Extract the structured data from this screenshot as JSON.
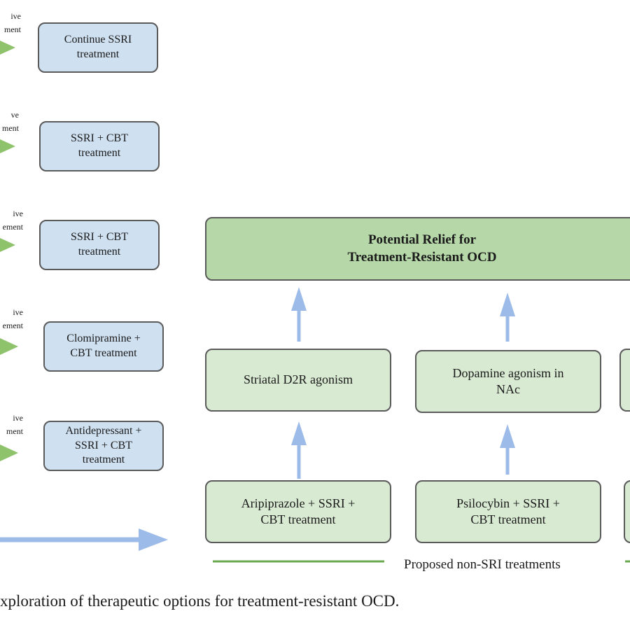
{
  "colors": {
    "blue_box": "#cfe0f1",
    "green_box": "#d9ead3",
    "relief_box": "#b6d7a8",
    "green_arrow": "#8ec26b",
    "blue_arrow": "#9dbbe8",
    "legend_line": "#6aa84f",
    "border": "#5a5a5a"
  },
  "left_column": {
    "steps": [
      {
        "side_label": "ive\nment",
        "box": "Continue SSRI\ntreatment"
      },
      {
        "side_label": "ve\nment",
        "box": "SSRI + CBT\ntreatment"
      },
      {
        "side_label": "ive\nement",
        "box": "SSRI + CBT\ntreatment"
      },
      {
        "side_label": "ive\nement",
        "box": "Clomipramine +\nCBT treatment"
      },
      {
        "side_label": "ive\nment",
        "box": "Antidepressant +\nSSRI + CBT\ntreatment"
      }
    ]
  },
  "relief": {
    "label": "Potential Relief for\nTreatment-Resistant OCD"
  },
  "mechanisms": [
    "Striatal D2R agonism",
    "Dopamine agonism in\nNAc"
  ],
  "treatments": [
    "Aripiprazole + SSRI +\nCBT treatment",
    "Psilocybin + SSRI +\nCBT treatment"
  ],
  "legend": {
    "label": "Proposed non-SRI treatments"
  },
  "caption": "xploration of therapeutic options for treatment-resistant OCD."
}
